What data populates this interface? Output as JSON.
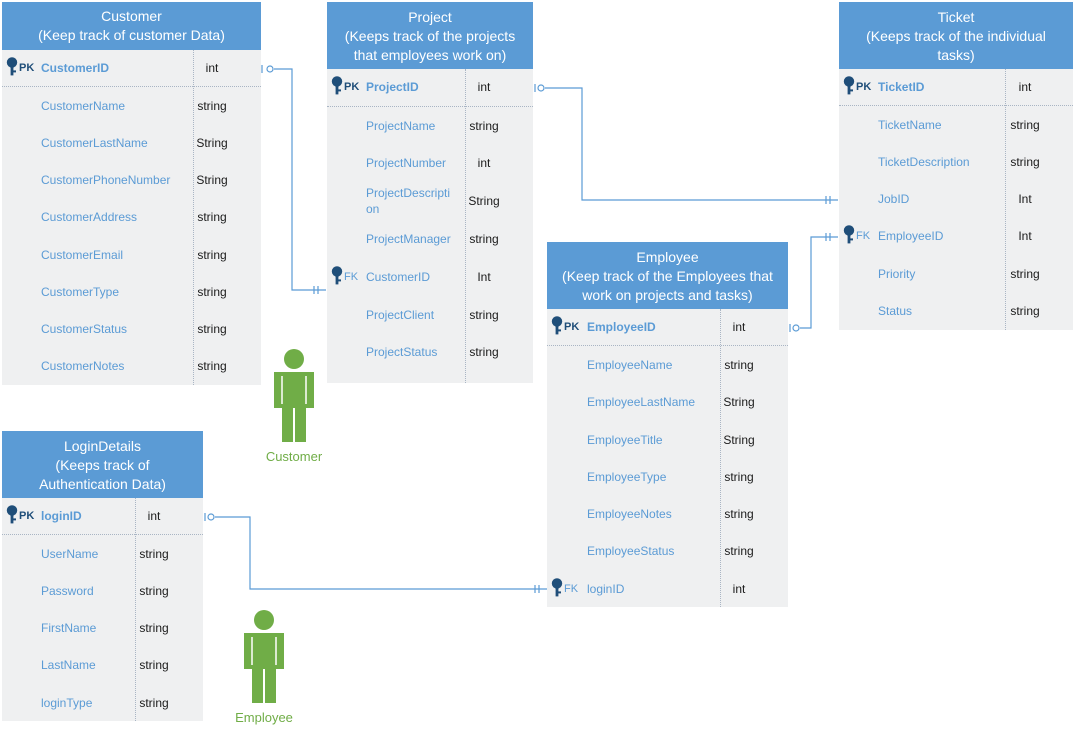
{
  "colors": {
    "header": "#5b9bd5",
    "body": "#eff0f1",
    "key": "#1f4e79",
    "actor": "#70ad47",
    "connector": "#5b9bd5"
  },
  "entities": {
    "customer": {
      "title": "Customer",
      "subtitle": "(Keep track of customer Data)",
      "fields": [
        {
          "key": "PK",
          "name": "CustomerID",
          "type": "int"
        },
        {
          "key": "",
          "name": "CustomerName",
          "type": "string"
        },
        {
          "key": "",
          "name": "CustomerLastName",
          "type": "String"
        },
        {
          "key": "",
          "name": "CustomerPhoneNumber",
          "type": "String"
        },
        {
          "key": "",
          "name": "CustomerAddress",
          "type": "string"
        },
        {
          "key": "",
          "name": "CustomerEmail",
          "type": "string"
        },
        {
          "key": "",
          "name": "CustomerType",
          "type": "string"
        },
        {
          "key": "",
          "name": "CustomerStatus",
          "type": "string"
        },
        {
          "key": "",
          "name": "CustomerNotes",
          "type": "string"
        }
      ]
    },
    "project": {
      "title": "Project",
      "subtitle1": "(Keeps track of the projects",
      "subtitle2": "that employees work on)",
      "fields": [
        {
          "key": "PK",
          "name": "ProjectID",
          "type": "int"
        },
        {
          "key": "",
          "name": "ProjectName",
          "type": "string"
        },
        {
          "key": "",
          "name": "ProjectNumber",
          "type": "int"
        },
        {
          "key": "",
          "name": "ProjectDescripti on",
          "type": "String"
        },
        {
          "key": "",
          "name": "ProjectManager",
          "type": "string"
        },
        {
          "key": "FK",
          "name": "CustomerID",
          "type": "Int"
        },
        {
          "key": "",
          "name": "ProjectClient",
          "type": "string"
        },
        {
          "key": "",
          "name": "ProjectStatus",
          "type": "string"
        }
      ]
    },
    "ticket": {
      "title": "Ticket",
      "subtitle1": "(Keeps track of the individual",
      "subtitle2": "tasks)",
      "fields": [
        {
          "key": "PK",
          "name": "TicketID",
          "type": "int"
        },
        {
          "key": "",
          "name": "TicketName",
          "type": "string"
        },
        {
          "key": "",
          "name": "TicketDescription",
          "type": "string"
        },
        {
          "key": "",
          "name": "JobID",
          "type": "Int"
        },
        {
          "key": "FK",
          "name": "EmployeeID",
          "type": "Int"
        },
        {
          "key": "",
          "name": "Priority",
          "type": "string"
        },
        {
          "key": "",
          "name": "Status",
          "type": "string"
        }
      ]
    },
    "employee": {
      "title": "Employee",
      "subtitle1": "(Keep track of the Employees that",
      "subtitle2": "work on projects and tasks)",
      "fields": [
        {
          "key": "PK",
          "name": "EmployeeID",
          "type": "int"
        },
        {
          "key": "",
          "name": "EmployeeName",
          "type": "string"
        },
        {
          "key": "",
          "name": "EmployeeLastName",
          "type": "String"
        },
        {
          "key": "",
          "name": "EmployeeTitle",
          "type": "String"
        },
        {
          "key": "",
          "name": "EmployeeType",
          "type": "string"
        },
        {
          "key": "",
          "name": "EmployeeNotes",
          "type": "string"
        },
        {
          "key": "",
          "name": "EmployeeStatus",
          "type": "string"
        },
        {
          "key": "FK",
          "name": "loginID",
          "type": "int"
        }
      ]
    },
    "login": {
      "title": "LoginDetails",
      "subtitle1": "(Keeps track of",
      "subtitle2": "Authentication Data)",
      "fields": [
        {
          "key": "PK",
          "name": "loginID",
          "type": "int"
        },
        {
          "key": "",
          "name": "UserName",
          "type": "string"
        },
        {
          "key": "",
          "name": "Password",
          "type": "string"
        },
        {
          "key": "",
          "name": "FirstName",
          "type": "string"
        },
        {
          "key": "",
          "name": "LastName",
          "type": "string"
        },
        {
          "key": "",
          "name": "loginType",
          "type": "string"
        }
      ]
    }
  },
  "actors": {
    "customer": "Customer",
    "employee": "Employee"
  }
}
